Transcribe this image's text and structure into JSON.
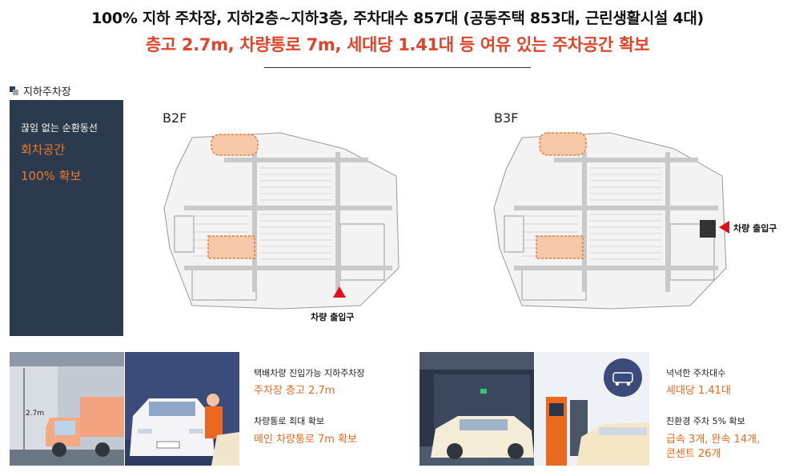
{
  "header": {
    "line1": "100% 지하 주차장, 지하2층~지하3층, 주차대수 857대 (공동주택 853대, 근린생활시설 4대)",
    "line2": "층고 2.7m, 차량통로 7m, 세대당 1.41대 등 여유 있는 주차공간 확보"
  },
  "section": {
    "title": "지하주차장",
    "icon": "square-stack-icon"
  },
  "panel": {
    "line1": "끊임 없는 순환동선",
    "line2": "회차공간",
    "line3": "100% 확보"
  },
  "plans": [
    {
      "label": "B2F",
      "entrance": "차량 출입구"
    },
    {
      "label": "B3F",
      "entrance": "차량 출입구"
    }
  ],
  "illustration_left": {
    "height_label": "2.7m"
  },
  "features_left": [
    {
      "sub": "택배차량 진입가능 지하주차장",
      "main": "주차장 층고 2.7m"
    },
    {
      "sub": "차량통로 최대 확보",
      "main": "메인 차량통로 7m 확보"
    }
  ],
  "features_right": [
    {
      "sub": "넉넉한 주차대수",
      "main": "세대당 1.41대"
    },
    {
      "sub": "친환경 주차 5% 확보",
      "main": "급속 3개, 완속 14개,",
      "main2": "콘센트 26개"
    }
  ],
  "colors": {
    "accent": "#e0452c",
    "orange": "#f07a2c",
    "panel": "#2b3a4c"
  }
}
